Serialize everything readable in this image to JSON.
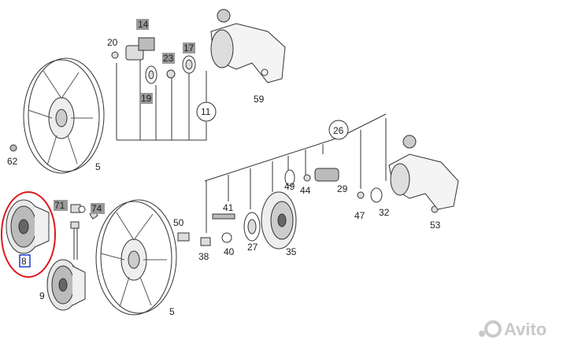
{
  "callouts": {
    "c5a": "5",
    "c5b": "5",
    "c8": "8",
    "c9": "9",
    "c11": "11",
    "c14": "14",
    "c17": "17",
    "c19": "19",
    "c20": "20",
    "c23": "23",
    "c26": "26",
    "c27": "27",
    "c29": "29",
    "c32": "32",
    "c35": "35",
    "c38": "38",
    "c40": "40",
    "c41": "41",
    "c44": "44",
    "c47": "47",
    "c49": "49",
    "c50": "50",
    "c53": "53",
    "c59": "59",
    "c62": "62",
    "c71": "71",
    "c74": "74"
  },
  "watermark": {
    "text": "Avito"
  },
  "colors": {
    "line": "#333333",
    "gray_box": "#9a9a9a",
    "highlight_ring": "#e0191f",
    "selection_box": "#1a3fd0"
  }
}
